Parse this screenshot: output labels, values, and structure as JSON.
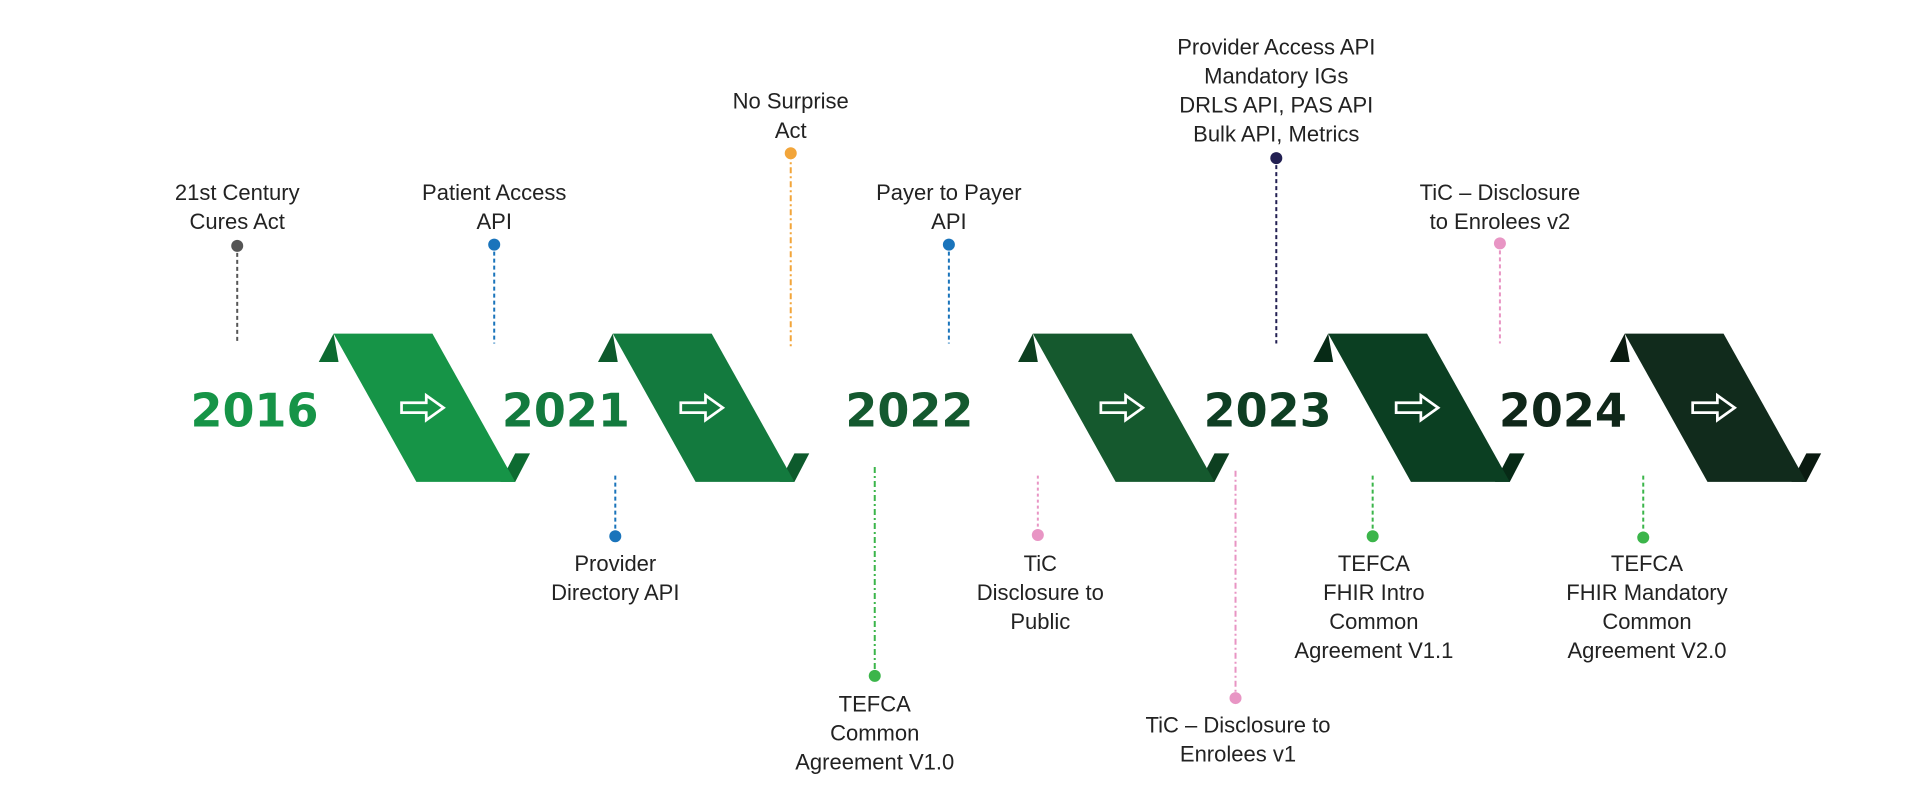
{
  "years": [
    {
      "label": "2016",
      "color": "#169447",
      "ribbon": "#169447",
      "ribbon_dark": "#0d6b31"
    },
    {
      "label": "2021",
      "color": "#137a3e",
      "ribbon": "#137a3e",
      "ribbon_dark": "#0d5a2c"
    },
    {
      "label": "2022",
      "color": "#14592f",
      "ribbon": "#15592e",
      "ribbon_dark": "#0d3f20"
    },
    {
      "label": "2023",
      "color": "#0e3e23",
      "ribbon": "#0b3f22",
      "ribbon_dark": "#072a16"
    },
    {
      "label": "2024",
      "color": "#0f2719",
      "ribbon": "#112b1c",
      "ribbon_dark": "#0a1a10"
    }
  ],
  "events_above": [
    {
      "lines": [
        "21st Century",
        "Cures Act"
      ],
      "color": "#555555"
    },
    {
      "lines": [
        "Patient Access",
        "API"
      ],
      "color": "#1a74bb"
    },
    {
      "lines": [
        "No Surprise",
        "Act"
      ],
      "color": "#f2a53a"
    },
    {
      "lines": [
        "Payer to Payer",
        "API"
      ],
      "color": "#1a74bb"
    },
    {
      "lines": [
        "Provider Access API",
        "Mandatory IGs",
        "DRLS API, PAS API",
        "Bulk API, Metrics"
      ],
      "color": "#221f52"
    },
    {
      "lines": [
        "TiC – Disclosure",
        "to Enrolees v2"
      ],
      "color": "#e895c4"
    }
  ],
  "events_below": [
    {
      "lines": [
        "Provider",
        "Directory API"
      ],
      "color": "#1a74bb"
    },
    {
      "lines": [
        "TEFCA",
        "Common",
        "Agreement V1.0"
      ],
      "color": "#3bb54a"
    },
    {
      "lines": [
        "TiC",
        "Disclosure to",
        "Public"
      ],
      "color": "#e895c4"
    },
    {
      "lines": [
        "TiC – Disclosure to",
        "Enrolees v1"
      ],
      "color": "#e895c4"
    },
    {
      "lines": [
        "TEFCA",
        "FHIR Intro",
        "Common",
        "Agreement V1.1"
      ],
      "color": "#3bb54a"
    },
    {
      "lines": [
        "TEFCA",
        "FHIR Mandatory",
        "Common",
        "Agreement V2.0"
      ],
      "color": "#3bb54a"
    }
  ],
  "arrow_icon": "right-arrow-outline-icon"
}
